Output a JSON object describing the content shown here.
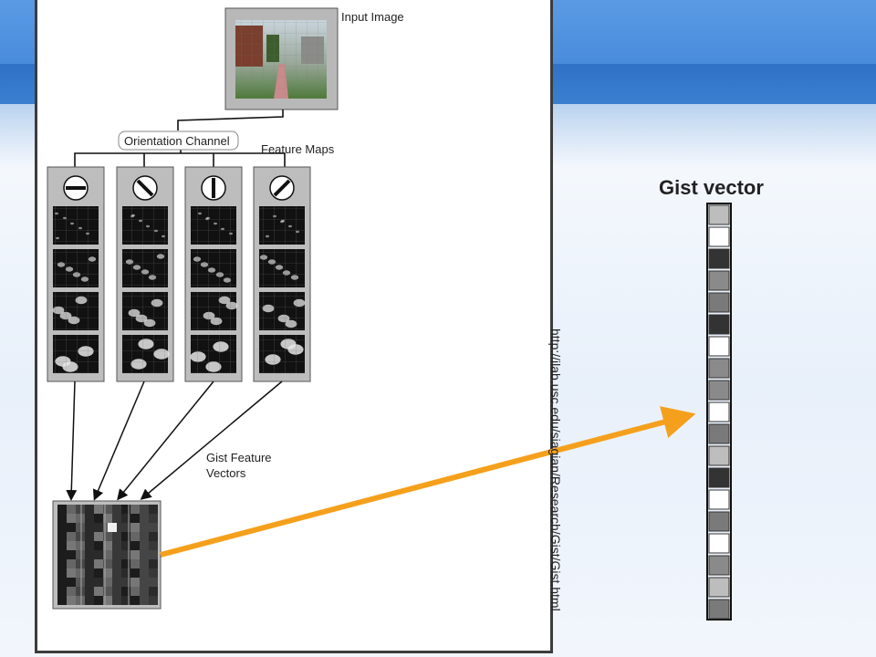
{
  "diagram": {
    "input_image_label": "Input Image",
    "orientation_channel_label": "Orientation Channel",
    "feature_maps_label": "Feature Maps",
    "gist_feature_vectors_label": "Gist Feature\nVectors",
    "orientations": [
      "horizontal",
      "diagonal-down",
      "vertical",
      "diagonal-up"
    ],
    "feature_map_rows": 4
  },
  "gist_vector": {
    "title": "Gist vector",
    "cells": [
      "#bdbdbd",
      "#ffffff",
      "#333333",
      "#8a8a8a",
      "#7a7a7a",
      "#333333",
      "#ffffff",
      "#8a8a8a",
      "#8a8a8a",
      "#ffffff",
      "#7a7a7a",
      "#bdbdbd",
      "#333333",
      "#ffffff",
      "#7a7a7a",
      "#ffffff",
      "#8a8a8a",
      "#bdbdbd",
      "#7a7a7a"
    ]
  },
  "source_url": "http://ilab.usc.edu/siagian/Research/Gist/Gist.html",
  "colors": {
    "arrow": "#f5a01c",
    "banner_top": "#4a8cdc",
    "banner_bar": "#2f72c6"
  }
}
